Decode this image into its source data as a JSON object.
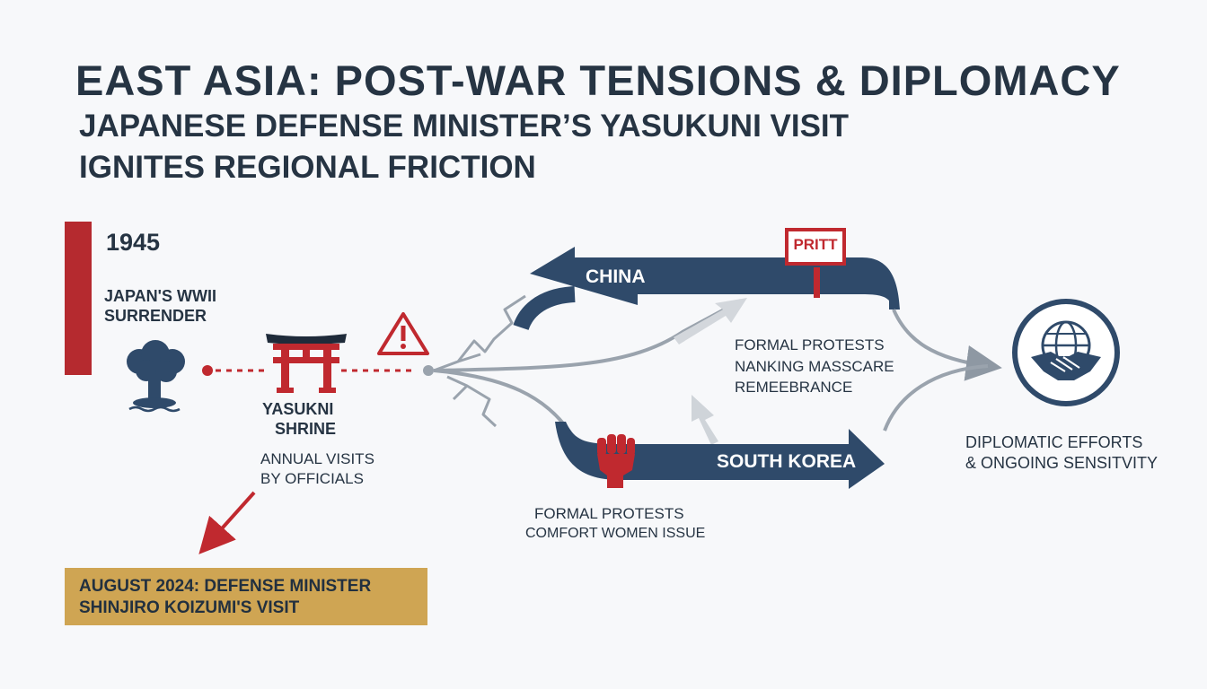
{
  "header": {
    "title": "EAST ASIA: POST-WAR TENSIONS & DIPLOMACY",
    "subtitle_line1": "JAPANESE DEFENSE MINISTER’S YASUKUNI VISIT",
    "subtitle_line2": "IGNITES REGIONAL FRICTION"
  },
  "timeline": {
    "year": "1945",
    "event_line1": "JAPAN'S WWII",
    "event_line2": "SURRENDER",
    "shrine_line1": "YASUKNI",
    "shrine_line2": "SHRINE",
    "visits_line1": "ANNUAL VISITS",
    "visits_line2": "BY OFFICIALS",
    "banner_line1": "AUGUST 2024: DEFENSE MINISTER",
    "banner_line2": "SHINJIRO KOIZUMI'S VISIT"
  },
  "china": {
    "label": "CHINA",
    "sign_text": "PRITT",
    "protest_line1": "FORMAL PROTESTS",
    "protest_line2": "NANKING MASSCARE",
    "protest_line3": "REMEEBRANCE"
  },
  "south_korea": {
    "label": "SOUTH KOREA",
    "protest_line1": "FORMAL PROTESTS",
    "protest_line2": "COMFORT WOMEN ISSUE"
  },
  "outcome": {
    "line1": "DIPLOMATIC EFFORTS",
    "line2": "& ONGOING SENSITVITY"
  },
  "colors": {
    "navy": "#2f4a6a",
    "red": "#b52a2f",
    "gold": "#cfa553",
    "grey": "#9aa3ad"
  }
}
